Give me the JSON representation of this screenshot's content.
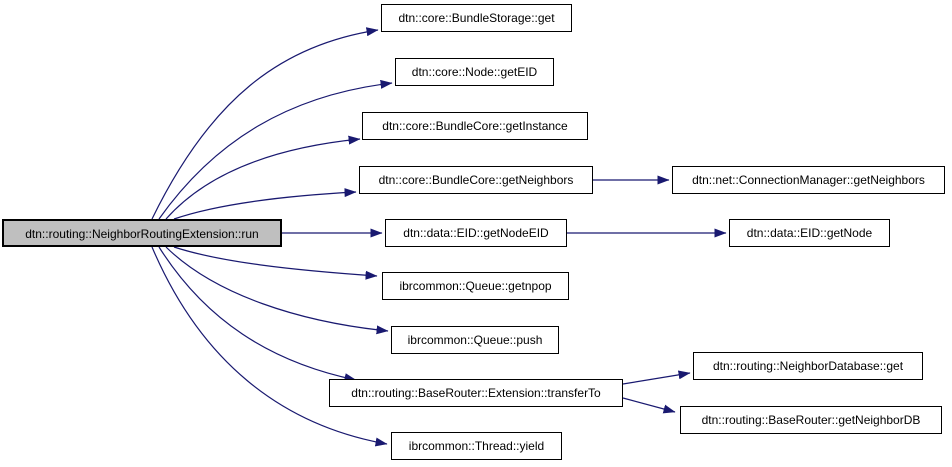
{
  "diagram": {
    "type": "call-graph",
    "colors": {
      "edge": "#191970",
      "node_border": "#000000",
      "node_fill": "#ffffff",
      "root_fill": "#bfbfbf"
    },
    "nodes": {
      "run": {
        "label": "dtn::routing::NeighborRoutingExtension::run",
        "role": "root"
      },
      "bundlestorage_get": {
        "label": "dtn::core::BundleStorage::get"
      },
      "node_geteid": {
        "label": "dtn::core::Node::getEID"
      },
      "bundlecore_getinstance": {
        "label": "dtn::core::BundleCore::getInstance"
      },
      "bundlecore_getneighbors": {
        "label": "dtn::core::BundleCore::getNeighbors"
      },
      "connectionmanager_getneighbors": {
        "label": "dtn::net::ConnectionManager::getNeighbors"
      },
      "eid_getnodeeid": {
        "label": "dtn::data::EID::getNodeEID"
      },
      "eid_getnode": {
        "label": "dtn::data::EID::getNode"
      },
      "queue_getnpop": {
        "label": "ibrcommon::Queue::getnpop"
      },
      "queue_push": {
        "label": "ibrcommon::Queue::push"
      },
      "transferto": {
        "label": "dtn::routing::BaseRouter::Extension::transferTo"
      },
      "neighbordatabase_get": {
        "label": "dtn::routing::NeighborDatabase::get"
      },
      "baserouter_getneighbordb": {
        "label": "dtn::routing::BaseRouter::getNeighborDB"
      },
      "thread_yield": {
        "label": "ibrcommon::Thread::yield"
      }
    },
    "edges": [
      {
        "from": "run",
        "to": "bundlestorage_get"
      },
      {
        "from": "run",
        "to": "node_geteid"
      },
      {
        "from": "run",
        "to": "bundlecore_getinstance"
      },
      {
        "from": "run",
        "to": "bundlecore_getneighbors"
      },
      {
        "from": "run",
        "to": "eid_getnodeeid"
      },
      {
        "from": "run",
        "to": "queue_getnpop"
      },
      {
        "from": "run",
        "to": "queue_push"
      },
      {
        "from": "run",
        "to": "transferto"
      },
      {
        "from": "run",
        "to": "thread_yield"
      },
      {
        "from": "bundlecore_getneighbors",
        "to": "connectionmanager_getneighbors"
      },
      {
        "from": "eid_getnodeeid",
        "to": "eid_getnode"
      },
      {
        "from": "transferto",
        "to": "neighbordatabase_get"
      },
      {
        "from": "transferto",
        "to": "baserouter_getneighbordb"
      }
    ]
  }
}
